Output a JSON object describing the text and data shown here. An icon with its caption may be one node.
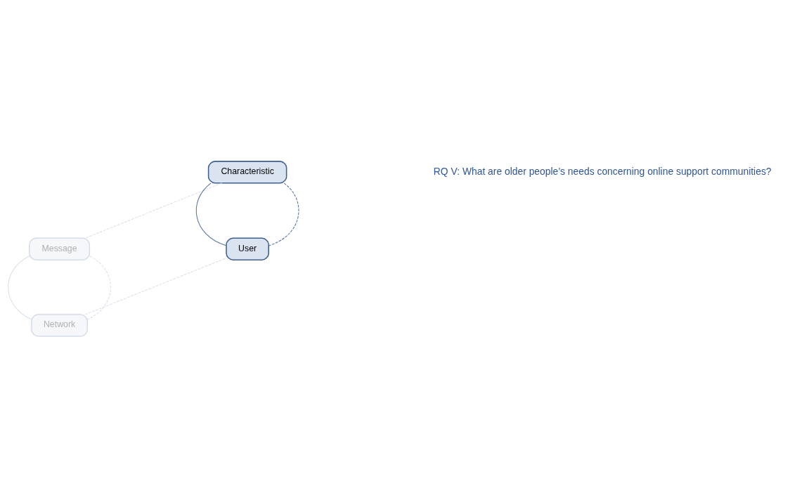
{
  "diagram": {
    "nodes": [
      {
        "text": [
          "Characteristic"
        ]
      },
      {
        "text": [
          "Message"
        ]
      },
      {
        "text": [
          "User"
        ]
      },
      {
        "text": [
          "Network"
        ]
      }
    ],
    "edges": [
      {
        "from": 0,
        "to": 2,
        "arrow": "none",
        "color": "#4f6fa0"
      },
      {
        "from": 1,
        "to": 3,
        "arrow": "none"
      },
      {
        "from": 0,
        "to": 2,
        "arrow": "none",
        "style": "dashed",
        "color": "#4f6fa0"
      },
      {
        "from": 0,
        "to": 1,
        "arrow": "none",
        "style": "dashed"
      },
      {
        "from": 1,
        "to": 3,
        "arrow": "none",
        "style": "dashed"
      },
      {
        "from": 3,
        "to": 2,
        "arrow": "none",
        "style": "dashed"
      }
    ],
    "labels": [
      "RQ V: What are older people’s needs concerning online support communities?"
    ]
  }
}
